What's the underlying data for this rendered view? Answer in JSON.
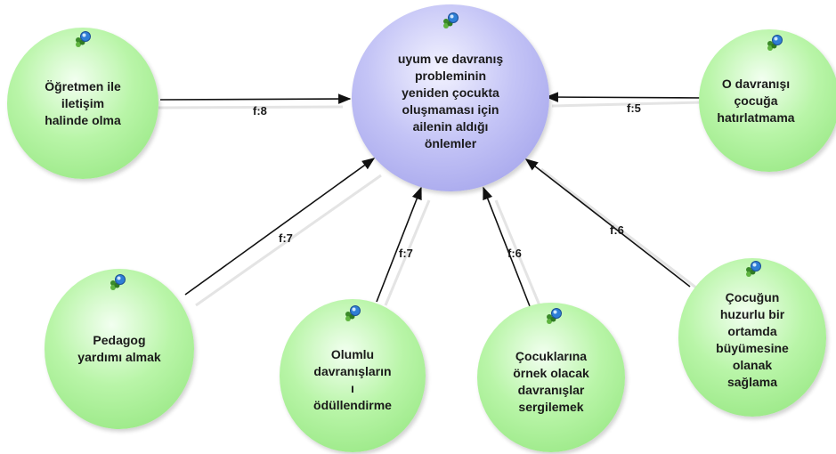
{
  "center_node": {
    "label": "uyum ve davranış\nprobleminin\nyeniden  çocukta\noluşmaması için\nailenin aldığı\nönlemler",
    "icon": "concept-icon"
  },
  "nodes": [
    {
      "id": "n1",
      "label": "Öğretmen ile\niletişim\nhalinde olma",
      "icon": "concept-icon"
    },
    {
      "id": "n2",
      "label": "O davranışı\nçocuğa\nhatırlatmama",
      "icon": "concept-icon"
    },
    {
      "id": "n3",
      "label": "Pedagog\nyardımı almak",
      "icon": "concept-icon"
    },
    {
      "id": "n4",
      "label": "Olumlu\ndavranışların\nı\nödüllendirme",
      "icon": "concept-icon"
    },
    {
      "id": "n5",
      "label": "Çocuklarına\nörnek olacak\ndavranışlar\nsergilemek",
      "icon": "concept-icon"
    },
    {
      "id": "n6",
      "label": "Çocuğun\nhuzurlu bir\nortamda\nbüyümesine\nolanak\nsağlama",
      "icon": "concept-icon"
    }
  ],
  "edges": [
    {
      "from": "n1",
      "label": "f:8"
    },
    {
      "from": "n2",
      "label": "f:5"
    },
    {
      "from": "n3",
      "label": "f:7"
    },
    {
      "from": "n4",
      "label": "f:7"
    },
    {
      "from": "n5",
      "label": "f:6"
    },
    {
      "from": "n6",
      "label": "f:6"
    }
  ],
  "colors": {
    "outer_node": "#a6ee92",
    "center_node": "#b3b3f2",
    "edge": "#111111"
  }
}
